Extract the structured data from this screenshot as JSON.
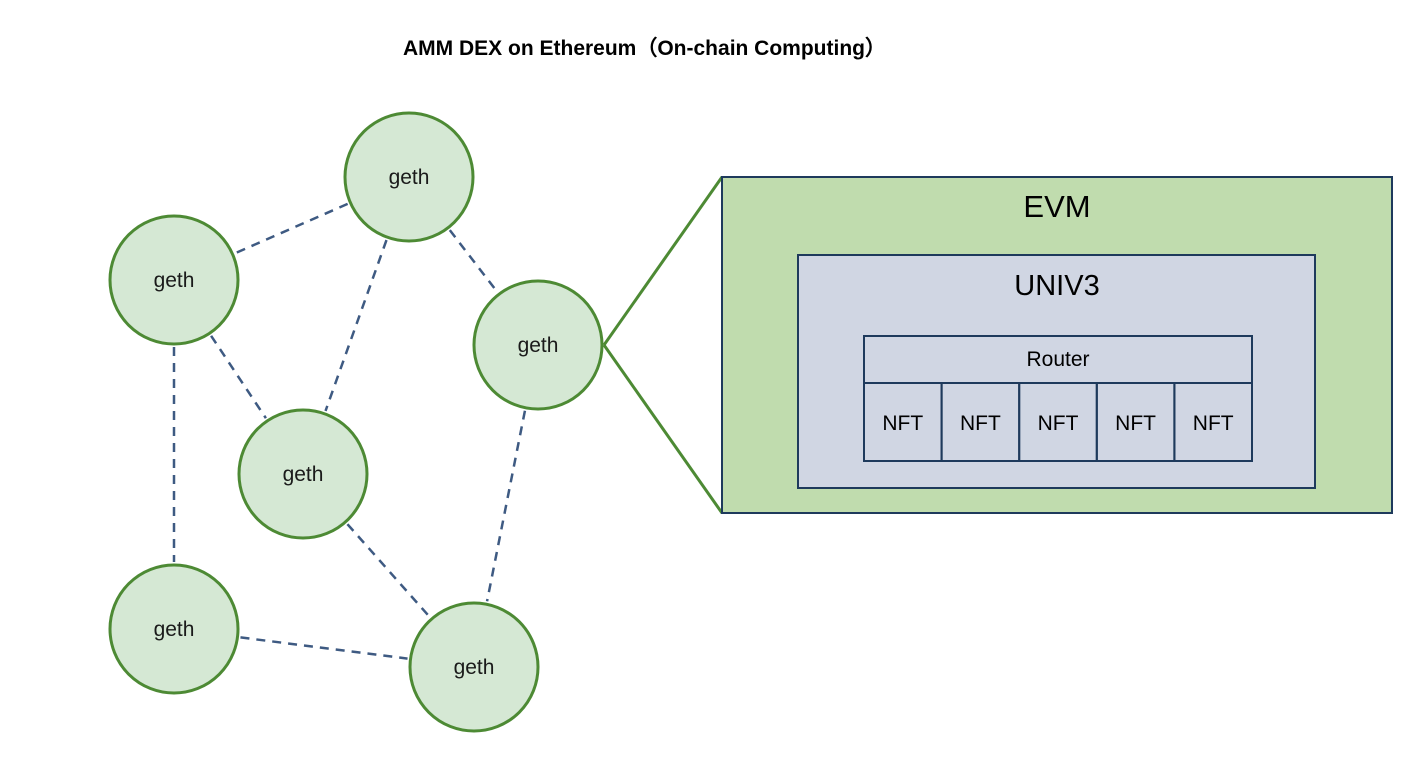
{
  "title": "AMM DEX on Ethereum（On-chain Computing）",
  "colors": {
    "node_fill": "#d5e8d4",
    "node_stroke": "#4d8a34",
    "edge_stroke": "#3e5a82",
    "evm_fill": "#c0dcae",
    "evm_stroke": "#1e3a5c",
    "univ3_fill": "#d0d6e3",
    "univ3_stroke": "#1e3a5c",
    "connector_stroke": "#4d8a34"
  },
  "nodes": [
    {
      "id": "n1",
      "label": "geth"
    },
    {
      "id": "n2",
      "label": "geth"
    },
    {
      "id": "n3",
      "label": "geth"
    },
    {
      "id": "n4",
      "label": "geth"
    },
    {
      "id": "n5",
      "label": "geth"
    },
    {
      "id": "n6",
      "label": "geth"
    }
  ],
  "edges": [
    {
      "from": "n1",
      "to": "n2"
    },
    {
      "from": "n1",
      "to": "n3"
    },
    {
      "from": "n1",
      "to": "n4"
    },
    {
      "from": "n2",
      "to": "n4"
    },
    {
      "from": "n2",
      "to": "n5"
    },
    {
      "from": "n3",
      "to": "n6"
    },
    {
      "from": "n4",
      "to": "n6"
    },
    {
      "from": "n5",
      "to": "n6"
    }
  ],
  "evm": {
    "label": "EVM",
    "univ3": {
      "label": "UNIV3",
      "router": {
        "label": "Router",
        "nfts": [
          "NFT",
          "NFT",
          "NFT",
          "NFT",
          "NFT"
        ]
      }
    }
  }
}
